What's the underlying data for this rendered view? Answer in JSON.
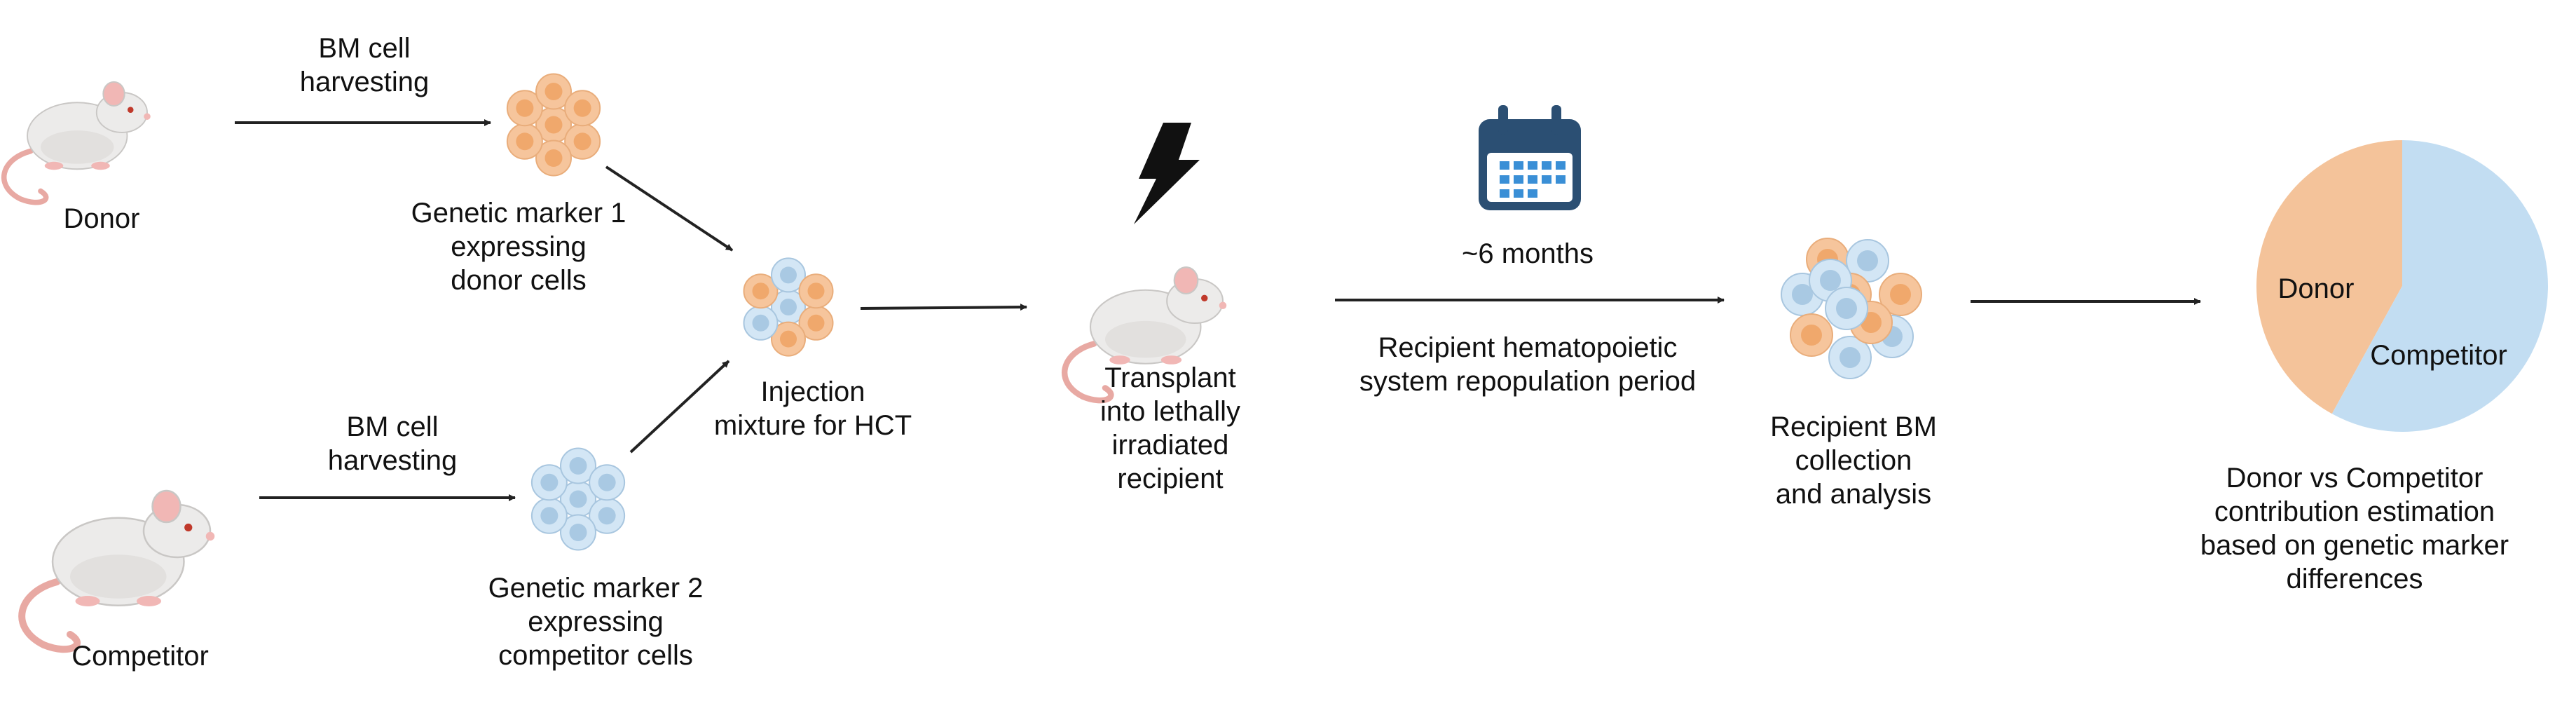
{
  "donor": {
    "label": "Donor",
    "harvest_lines": [
      "BM cell",
      "harvesting"
    ]
  },
  "competitor": {
    "label": "Competitor",
    "harvest_lines": [
      "BM cell",
      "harvesting"
    ]
  },
  "marker1_lines": [
    "Genetic marker 1",
    "expressing",
    "donor cells"
  ],
  "marker2_lines": [
    "Genetic marker 2",
    "expressing",
    "competitor cells"
  ],
  "injection_lines": [
    "Injection",
    "mixture for HCT"
  ],
  "transplant_lines": [
    "Transplant",
    "into lethally",
    "irradiated",
    "recipient"
  ],
  "period": {
    "duration": "~6 months",
    "lines": [
      "Recipient hematopoietic",
      "system repopulation period"
    ]
  },
  "collection_lines": [
    "Recipient BM",
    "collection",
    "and analysis"
  ],
  "pie": {
    "donor_label": "Donor",
    "competitor_label": "Competitor",
    "donor_fraction": 0.42,
    "donor_color": "#f4c39a",
    "competitor_color": "#c2ddf2"
  },
  "estimation_lines": [
    "Donor vs Competitor",
    "contribution estimation",
    "based on genetic marker",
    "differences"
  ],
  "colors": {
    "orange_cell": "#f6c59c",
    "orange_core": "#f0a86c",
    "blue_cell": "#d3e6f5",
    "blue_core": "#a9c9e3",
    "mouse_body": "#ecebea",
    "mouse_ear": "#f1b7b5",
    "tail": "#e8a9a3",
    "calendar": "#2b4f73"
  }
}
